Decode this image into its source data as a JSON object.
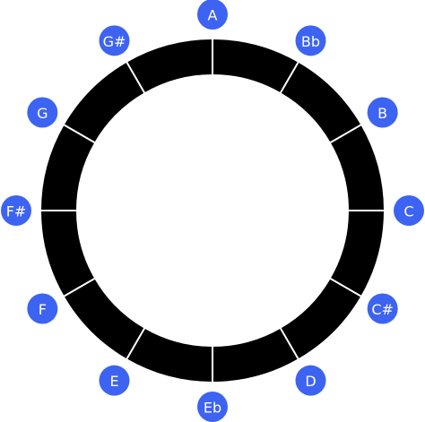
{
  "wheel": {
    "ring_color": "#000000",
    "divider_color": "#ffffff",
    "badge_color": "#3d63f2",
    "label_color": "#ffffff",
    "notes": [
      {
        "label": "A"
      },
      {
        "label": "Bb"
      },
      {
        "label": "B"
      },
      {
        "label": "C"
      },
      {
        "label": "C#"
      },
      {
        "label": "D"
      },
      {
        "label": "Eb"
      },
      {
        "label": "E"
      },
      {
        "label": "F"
      },
      {
        "label": "F#"
      },
      {
        "label": "G"
      },
      {
        "label": "G#"
      }
    ]
  }
}
